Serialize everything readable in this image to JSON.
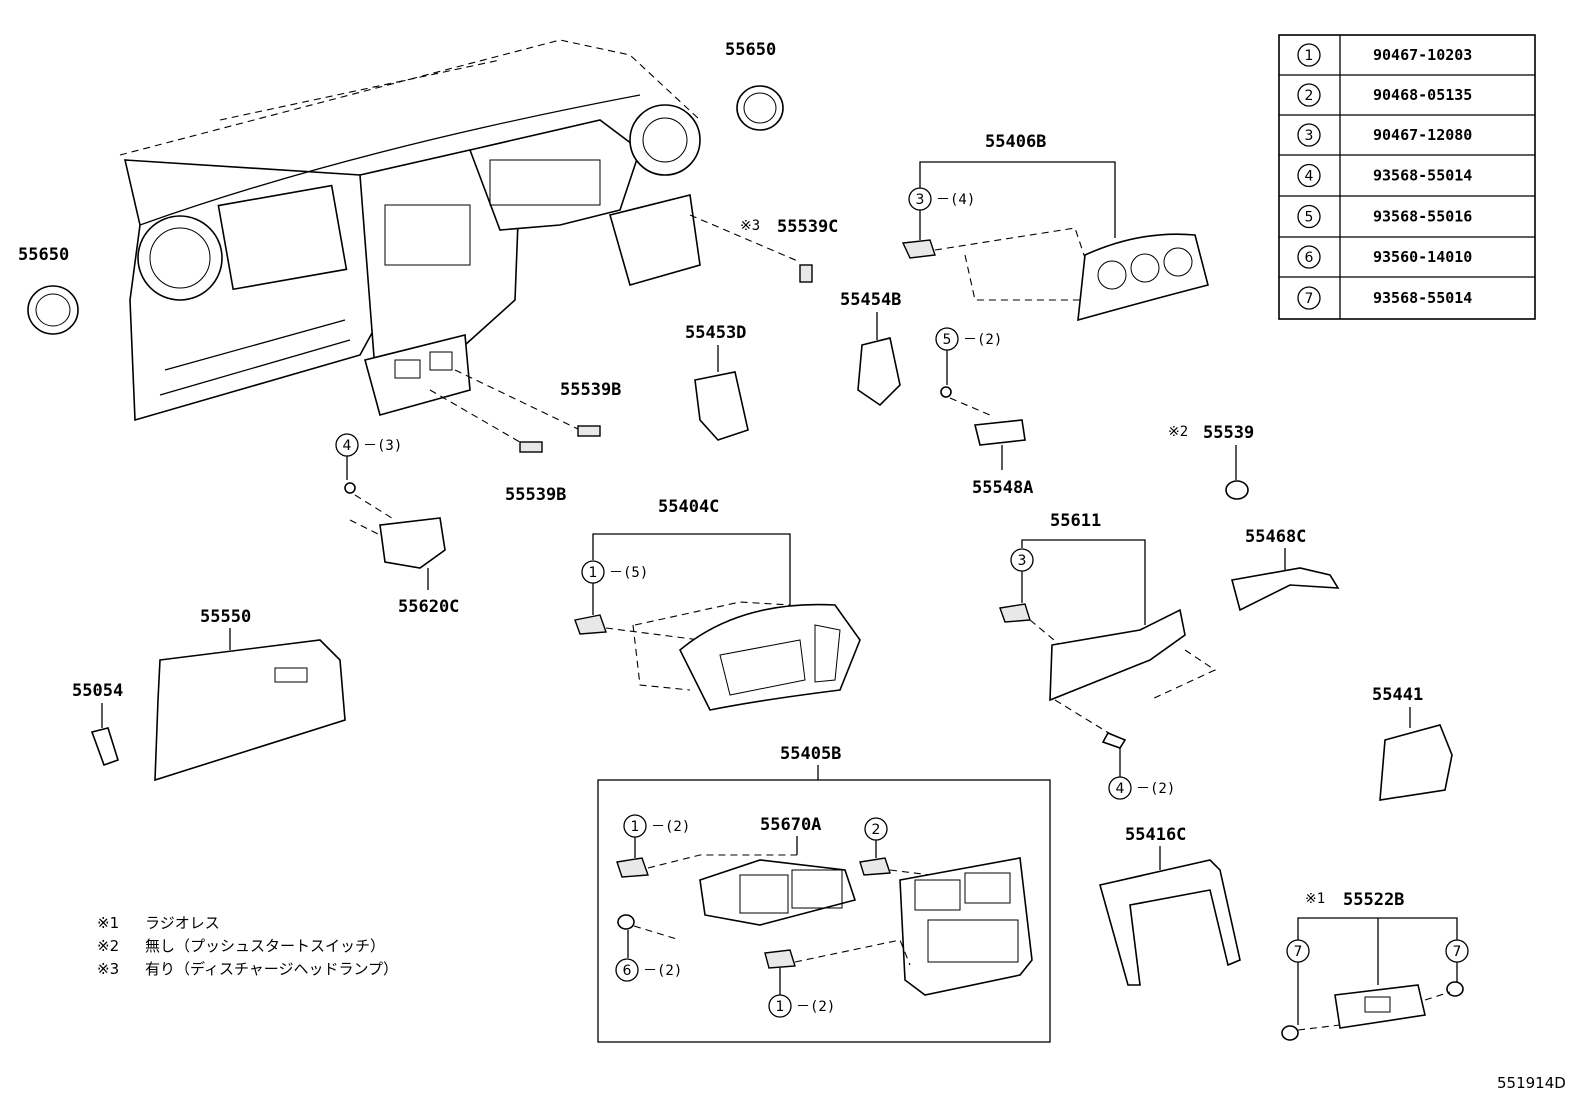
{
  "parts": {
    "p55650_top": "55650",
    "p55650_left": "55650",
    "p55406B": "55406B",
    "p55539C": "55539C",
    "p55454B": "55454B",
    "p55453D": "55453D",
    "p55539B_a": "55539B",
    "p55539B_b": "55539B",
    "p55548A": "55548A",
    "p55539": "55539",
    "p55620C": "55620C",
    "p55404C": "55404C",
    "p55611": "55611",
    "p55468C": "55468C",
    "p55550": "55550",
    "p55054": "55054",
    "p55441": "55441",
    "p55405B": "55405B",
    "p55670A": "55670A",
    "p55416C": "55416C",
    "p55522B": "55522B"
  },
  "marks": {
    "m3": "※3",
    "m2": "※2",
    "m1": "※1"
  },
  "callouts": {
    "c_55406B": {
      "num": "3",
      "qty": "－(4)"
    },
    "c_55548A": {
      "num": "5",
      "qty": "－(2)"
    },
    "c_55620C": {
      "num": "4",
      "qty": "－(3)"
    },
    "c_55404C": {
      "num": "1",
      "qty": "－(5)"
    },
    "c_55611": {
      "num": "3"
    },
    "c_55611_bolt": {
      "num": "4",
      "qty": "－(2)"
    },
    "c_55405B_tl": {
      "num": "1",
      "qty": "－(2)"
    },
    "c_55405B_tr": {
      "num": "2"
    },
    "c_55405B_bl": {
      "num": "6",
      "qty": "－(2)"
    },
    "c_55405B_bm": {
      "num": "1",
      "qty": "－(2)"
    },
    "c_55522B_l": {
      "num": "7"
    },
    "c_55522B_r": {
      "num": "7"
    }
  },
  "table": {
    "rows": [
      {
        "num": "1",
        "part": "90467-10203"
      },
      {
        "num": "2",
        "part": "90468-05135"
      },
      {
        "num": "3",
        "part": "90467-12080"
      },
      {
        "num": "4",
        "part": "93568-55014"
      },
      {
        "num": "5",
        "part": "93568-55016"
      },
      {
        "num": "6",
        "part": "93560-14010"
      },
      {
        "num": "7",
        "part": "93568-55014"
      }
    ]
  },
  "notes": [
    {
      "mark": "※1",
      "text": "ラジオレス"
    },
    {
      "mark": "※2",
      "text": "無し（プッシュスタートスイッチ）"
    },
    {
      "mark": "※3",
      "text": "有り（ディスチャージヘッドランプ）"
    }
  ],
  "figure_id": "551914D"
}
